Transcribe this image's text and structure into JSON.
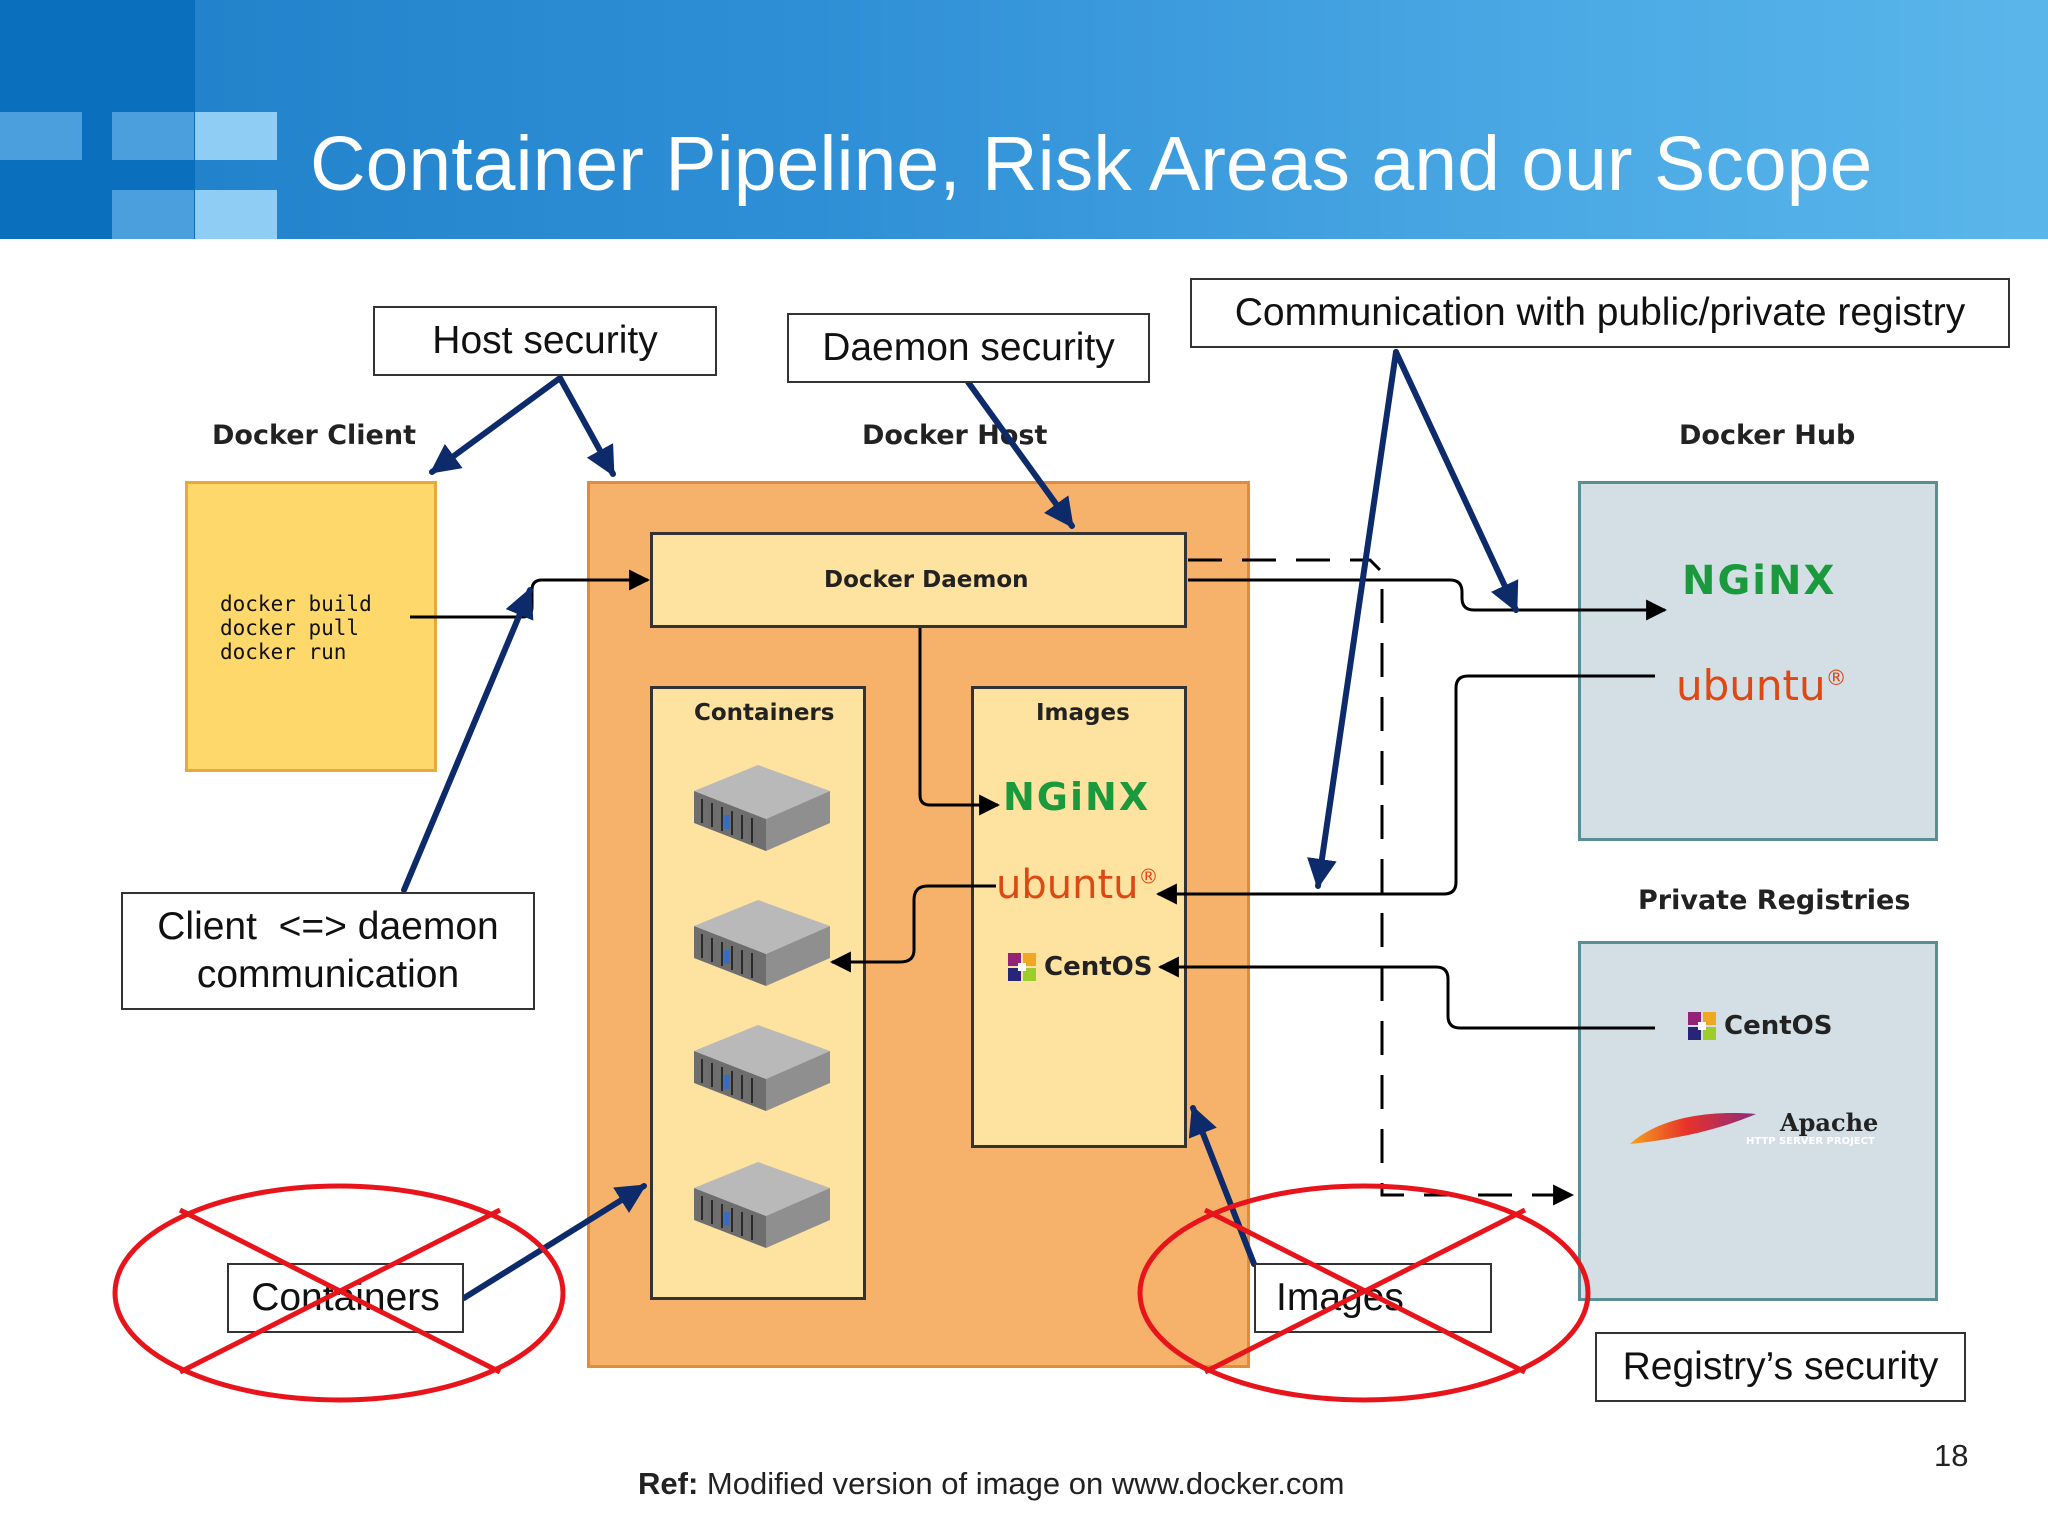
{
  "title": "Container Pipeline, Risk Areas and our Scope",
  "callouts": {
    "host_security": "Host security",
    "daemon_security": "Daemon security",
    "registry_comm": "Communication with public/private registry",
    "client_daemon_line1": "Client  <=> daemon",
    "client_daemon_line2": "communication",
    "containers": "Containers",
    "images": "Images",
    "registry_security": "Registry’s security"
  },
  "diagram": {
    "docker_client": "Docker Client",
    "docker_host": "Docker Host",
    "docker_hub": "Docker Hub",
    "private_registries": "Private Registries",
    "docker_daemon": "Docker Daemon",
    "containers": "Containers",
    "images": "Images",
    "commands": [
      "docker build",
      "docker pull",
      "docker run"
    ],
    "logos": {
      "nginx": "NGiNX",
      "ubuntu": "ubuntu",
      "centos": "CentOS",
      "apache": "Apache",
      "apache_sub": "HTTP SERVER PROJECT"
    }
  },
  "colors": {
    "header": "#2f8fd6",
    "client_fill": "#fed86a",
    "host_fill": "#f6b26b",
    "inner_fill": "#fee29f",
    "registry_fill": "#d3dfe5",
    "callout_arrow": "#0d2a6b",
    "cross_out": "#e8141b"
  },
  "page_number": "18",
  "ref": {
    "label": "Ref:",
    "text": " Modified version of image on www.docker.com"
  }
}
